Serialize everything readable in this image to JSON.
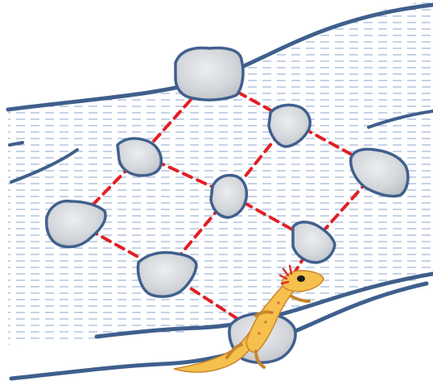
{
  "scene": {
    "type": "river-crossing-puzzle",
    "description_hidden": "",
    "colors": {
      "water_lines": "#9bb4d6",
      "bank_stroke": "#3f5f8c",
      "stone_fill": "#d2d4d8",
      "stone_stroke": "#40608e",
      "path_dashes": "#e21f26",
      "axolotl_body": "#f6c04e",
      "axolotl_outline": "#c8852a",
      "gills": "#d93030"
    },
    "stones": [
      {
        "id": "stone-top-1"
      },
      {
        "id": "stone-top-2"
      },
      {
        "id": "stone-right"
      },
      {
        "id": "stone-middle"
      },
      {
        "id": "stone-upper-left"
      },
      {
        "id": "stone-left"
      },
      {
        "id": "stone-lower-middle"
      },
      {
        "id": "stone-lower-right"
      },
      {
        "id": "stone-bottom-start"
      }
    ],
    "character": {
      "icon": "axolotl-icon"
    }
  }
}
